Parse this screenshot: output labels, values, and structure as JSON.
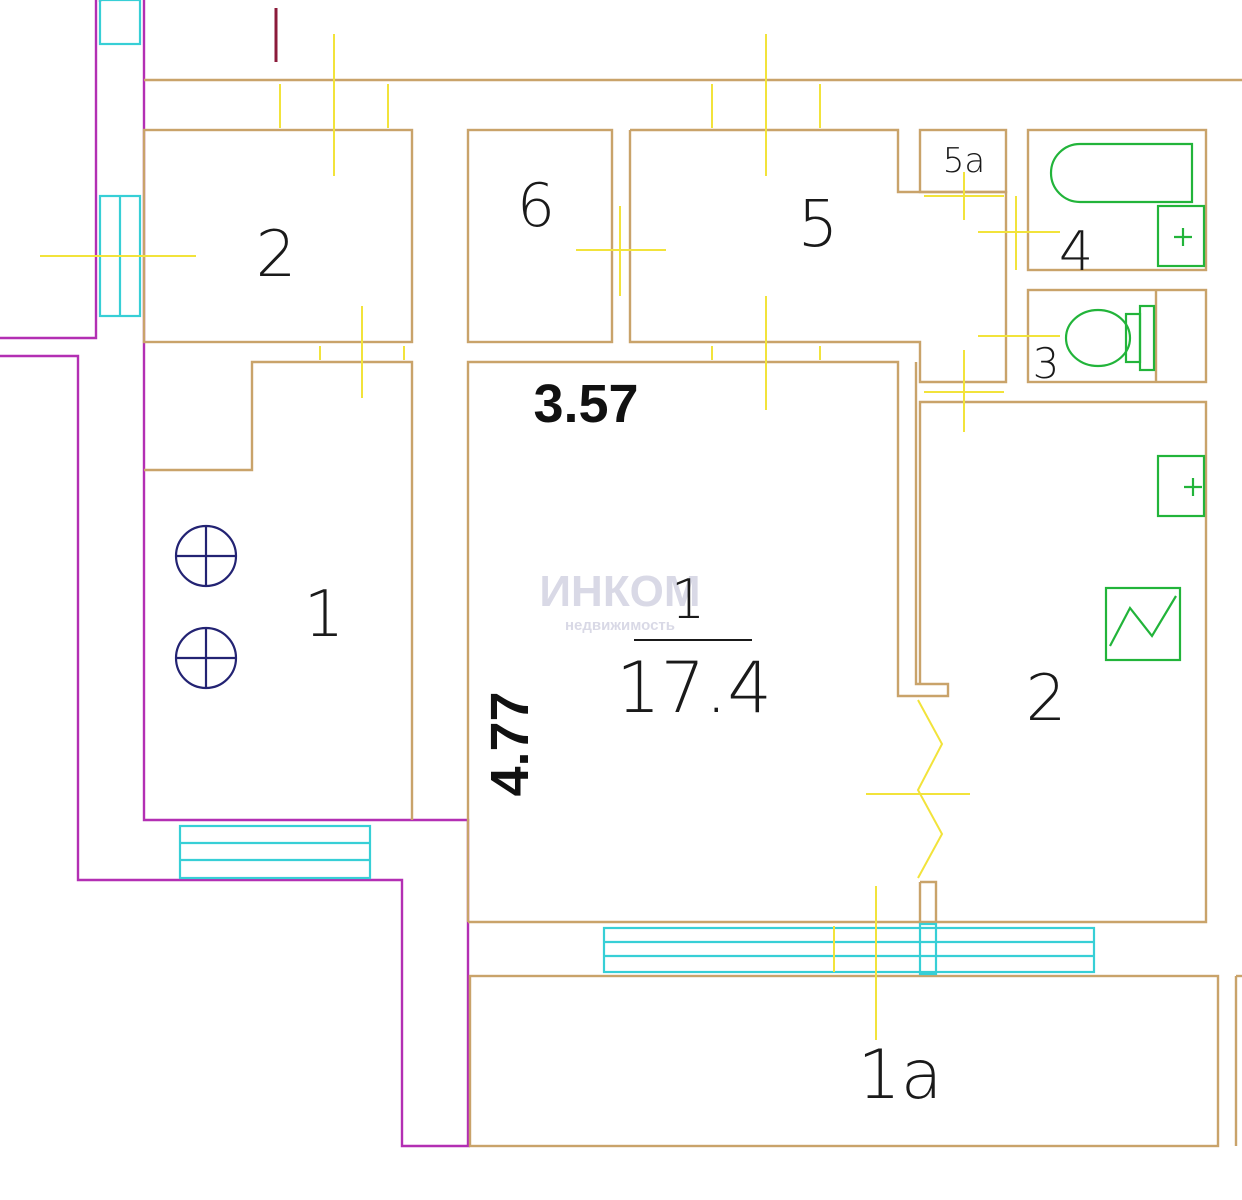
{
  "rooms": {
    "r1_left": "1",
    "r2_top_left": "2",
    "r6": "6",
    "r5": "5",
    "r5a": "5a",
    "r4": "4",
    "r3": "3",
    "r1_main": "1",
    "r1_main_area": "17.4",
    "r2_right": "2",
    "r1a": "1a"
  },
  "dimensions": {
    "width": "3.57",
    "length": "4.77"
  },
  "watermark": {
    "brand": "ИНКОМ",
    "sub": "недвижимость"
  },
  "colors": {
    "walls": "#c9a36a",
    "exterior": "#b32fb3",
    "windows": "#37cfd6",
    "axes": "#f2e33b",
    "fixtures": "#22b43a",
    "stove": "#232373"
  }
}
